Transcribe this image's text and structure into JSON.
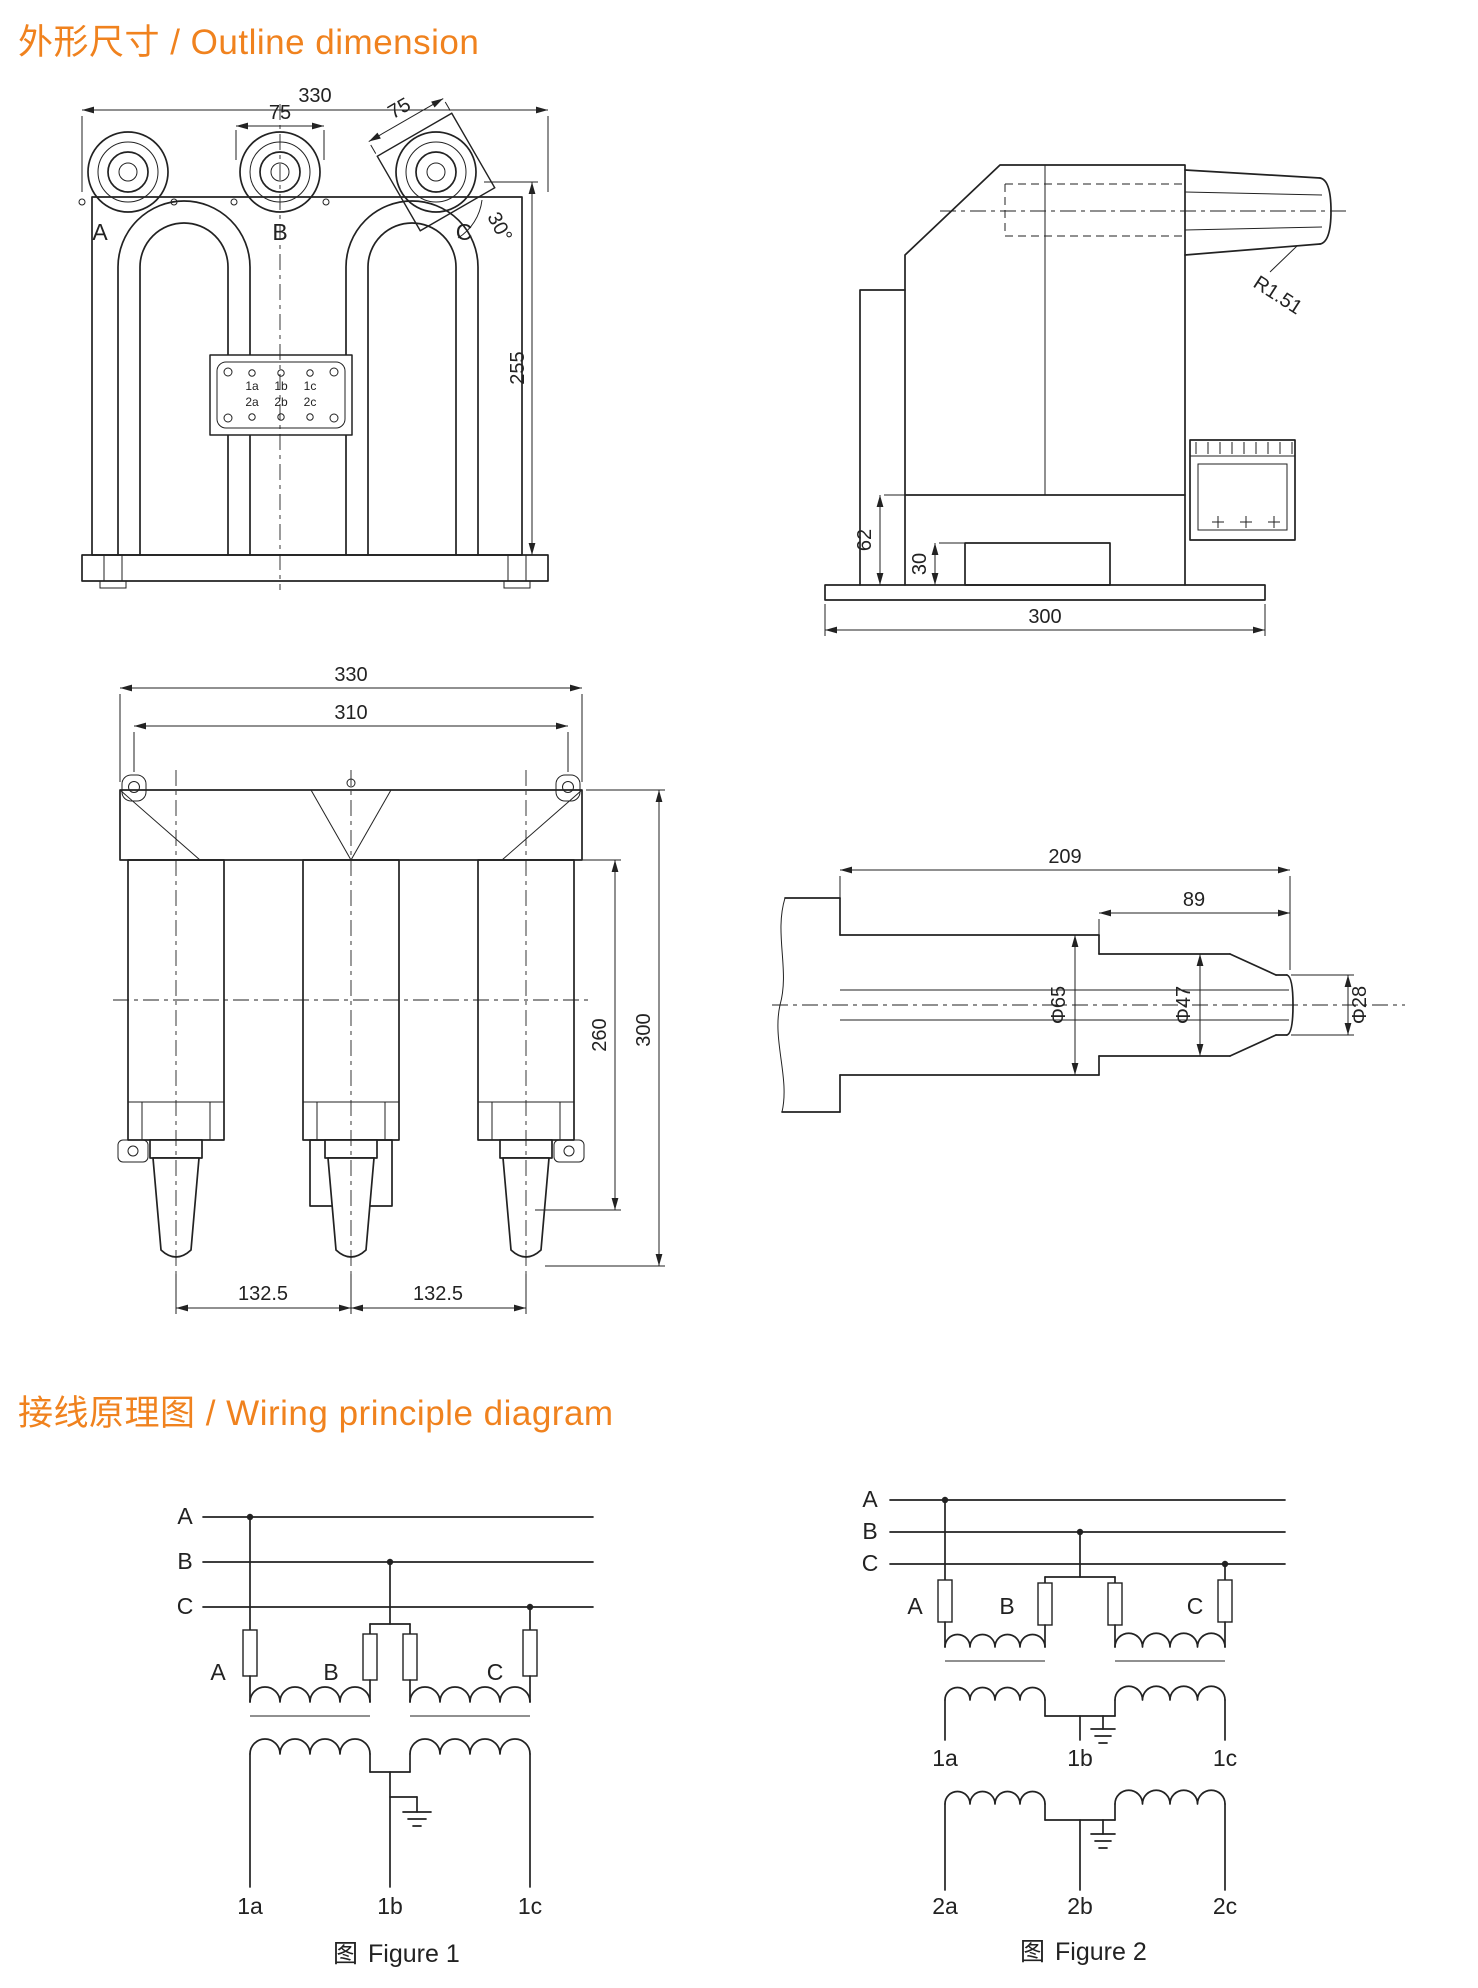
{
  "accent_color": "#f0821e",
  "line_color": "#222222",
  "sections": {
    "outline": {
      "title": "外形尺寸 / Outline dimension"
    },
    "wiring": {
      "title": "接线原理图 / Wiring principle diagram"
    }
  },
  "front_view": {
    "dim_width": "330",
    "dim_pitch": "75",
    "dim_pitch_c": "75",
    "dim_angle": "30°",
    "dim_height": "255",
    "phase_a": "A",
    "phase_b": "B",
    "phase_c": "C",
    "terminals": {
      "t1a": "1a",
      "t1b": "1b",
      "t1c": "1c",
      "t2a": "2a",
      "t2b": "2b",
      "t2c": "2c"
    }
  },
  "side_view": {
    "dim_radius": "R1.51",
    "dim_62": "62",
    "dim_30": "30",
    "dim_depth": "300"
  },
  "bottom_view": {
    "dim_330": "330",
    "dim_310": "310",
    "dim_260": "260",
    "dim_300": "300",
    "dim_pitch_left": "132.5",
    "dim_pitch_right": "132.5"
  },
  "bushing_view": {
    "dim_209": "209",
    "dim_89": "89",
    "dim_d65": "Φ65",
    "dim_d47": "Φ47",
    "dim_d28": "Φ28"
  },
  "figure1": {
    "bus": {
      "a": "A",
      "b": "B",
      "c": "C"
    },
    "windings": {
      "a": "A",
      "b": "B",
      "c": "C"
    },
    "terminals": {
      "t1a": "1a",
      "t1b": "1b",
      "t1c": "1c"
    },
    "caption_zh": "图",
    "caption_en": "Figure 1"
  },
  "figure2": {
    "bus": {
      "a": "A",
      "b": "B",
      "c": "C"
    },
    "windings": {
      "a": "A",
      "b": "B",
      "c": "C"
    },
    "terminals1": {
      "t1a": "1a",
      "t1b": "1b",
      "t1c": "1c"
    },
    "terminals2": {
      "t2a": "2a",
      "t2b": "2b",
      "t2c": "2c"
    },
    "caption_zh": "图",
    "caption_en": "Figure 2"
  }
}
